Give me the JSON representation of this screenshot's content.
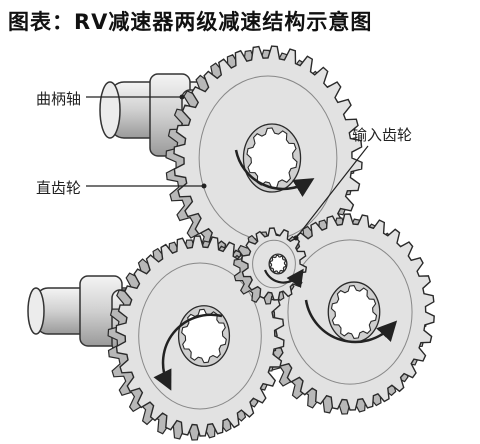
{
  "title": "图表：RV减速器两级减速结构示意图",
  "labels": {
    "crankshaft": "曲柄轴",
    "spur_gear": "直齿轮",
    "input_gear": "输入齿轮"
  },
  "colors": {
    "gear_fill": "#e2e2e2",
    "gear_stroke": "#2a2a2a",
    "shaft_fill": "#d8d8d8",
    "background": "#ffffff"
  }
}
